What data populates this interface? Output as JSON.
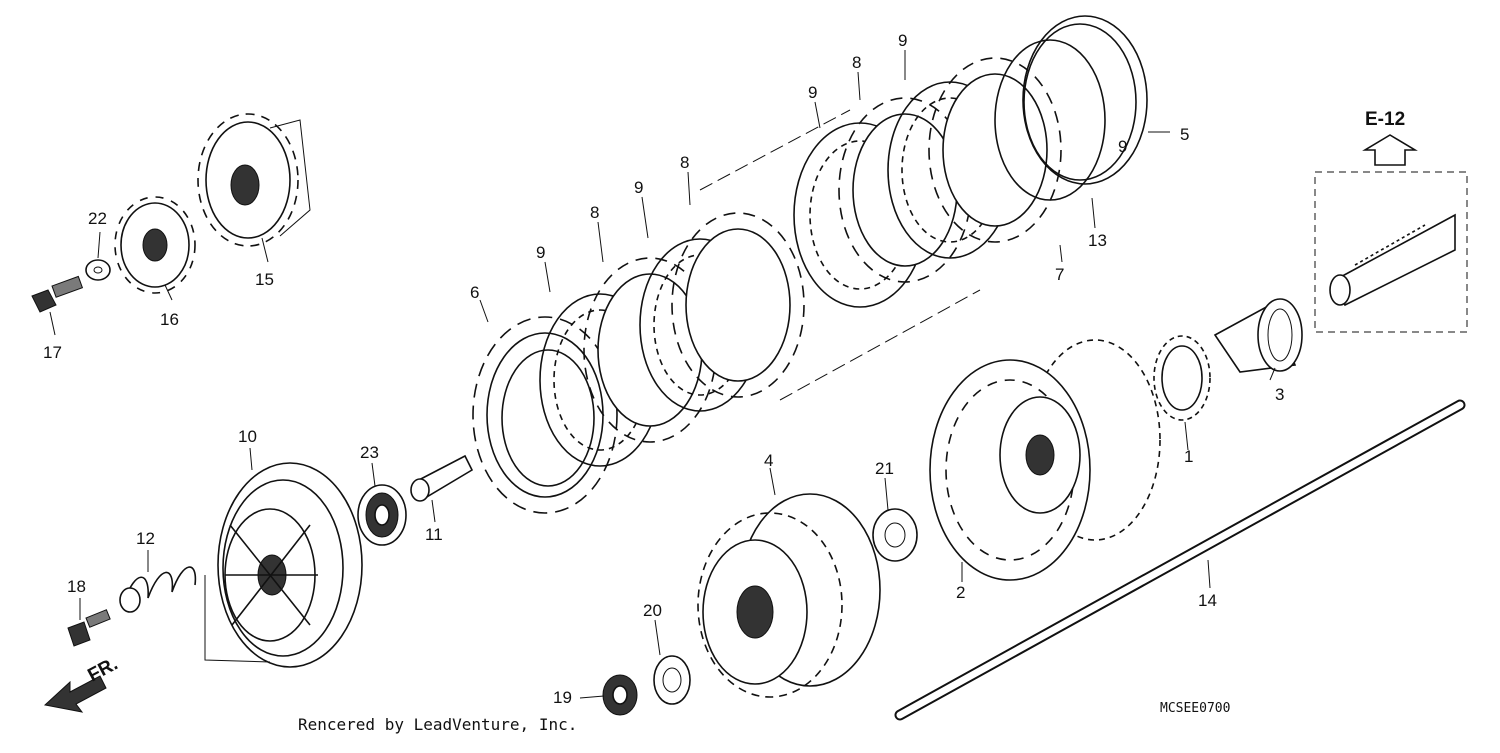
{
  "diagram": {
    "part_labels": [
      "1",
      "2",
      "3",
      "4",
      "5",
      "6",
      "7",
      "8",
      "8",
      "8",
      "9",
      "9",
      "9",
      "9",
      "9",
      "10",
      "11",
      "12",
      "13",
      "14",
      "15",
      "16",
      "17",
      "18",
      "19",
      "20",
      "21",
      "22",
      "23"
    ],
    "reference": "E-12",
    "direction_label": "FR.",
    "diagram_code": "MCSEE0700",
    "credit": "Rencered by LeadVenture, Inc."
  },
  "colors": {
    "line": "#111111",
    "fill_dark": "#333333",
    "fill_mid": "#7a7a7a"
  },
  "icons": [
    "arrow-up-outline-icon",
    "arrow-front-icon"
  ]
}
